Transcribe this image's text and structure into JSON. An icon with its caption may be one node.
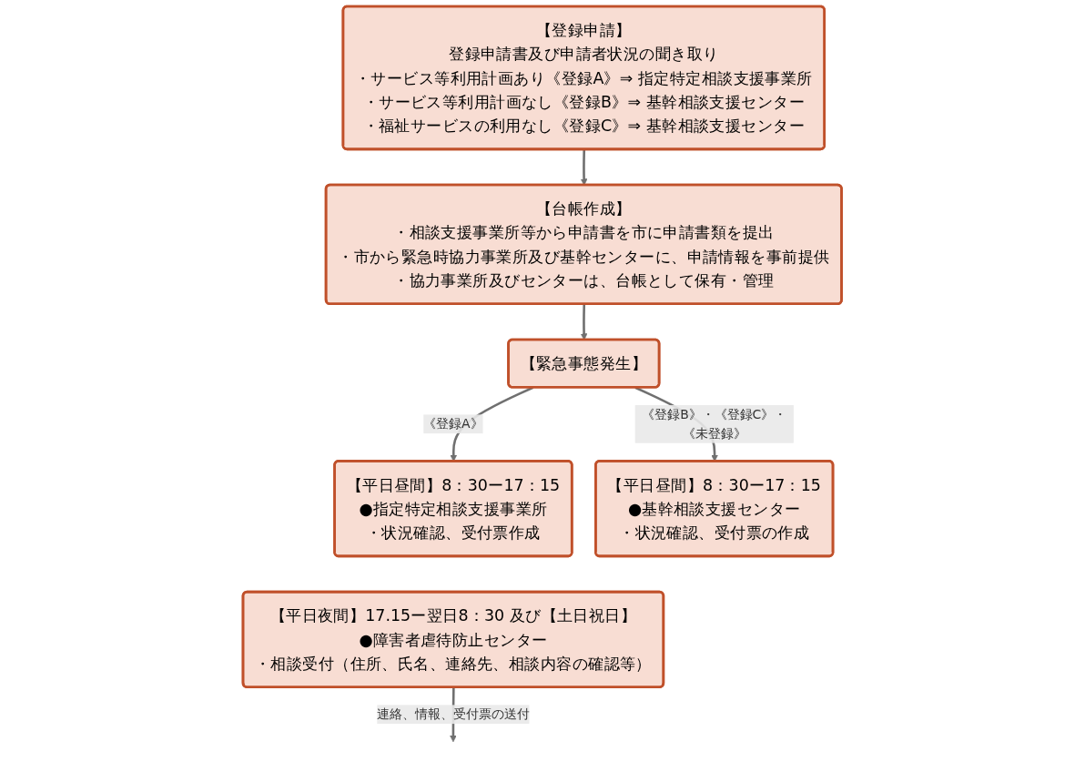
{
  "diagram": {
    "nodes": [
      {
        "text": [
          "【登録申請】",
          "登録申請書及び申請者状況の聞き取り",
          "・サービス等利用計画あり《登録A》⇒ 指定特定相談支援事業所",
          "・サービス等利用計画なし《登録B》⇒ 基幹相談支援センター",
          "・福祉サービスの利用なし《登録C》⇒ 基幹相談支援センター"
        ]
      },
      {
        "text": [
          "【台帳作成】",
          "・相談支援事業所等から申請書を市に申請書類を提出",
          "・市から緊急時協力事業所及び基幹センターに、申請情報を事前提供",
          "・協力事業所及びセンターは、台帳として保有・管理"
        ]
      },
      {
        "text": [
          "【緊急事態発生】"
        ]
      },
      {
        "text": [
          "【平日昼間】8：30ー17：15",
          "●指定特定相談支援事業所",
          "・状況確認、受付票作成"
        ]
      },
      {
        "text": [
          "【平日昼間】8：30ー17：15",
          "●基幹相談支援センター",
          "・状況確認、受付票の作成"
        ]
      },
      {
        "text": [
          "【平日夜間】17.15ー翌日8：30 及び【土日祝日】",
          "●障害者虐待防止センター",
          "・相談受付（住所、氏名、連絡先、相談内容の確認等）"
        ]
      }
    ],
    "edges": [
      {
        "from": 0,
        "to": 1,
        "arrow": "to"
      },
      {
        "from": 1,
        "to": 2,
        "arrow": "to"
      },
      {
        "from": 2,
        "to": 3,
        "arrow": "to",
        "label": "《登録A》"
      },
      {
        "from": 2,
        "to": 4,
        "arrow": "to",
        "label": "《登録B》・《登録C》・《未登録》"
      },
      {
        "from": 5,
        "to": null,
        "arrow": "to",
        "label": "連絡、情報、受付票の送付"
      }
    ]
  }
}
